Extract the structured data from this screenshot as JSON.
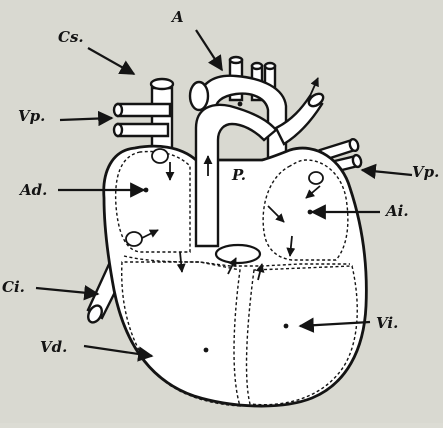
{
  "labels": {
    "cs": "Cs.",
    "a": "A",
    "vp_left": "Vp.",
    "vp_right": "Vp.",
    "ad": "Ad.",
    "ai": "Ai.",
    "p": "P.",
    "ci": "Ci.",
    "vi": "Vi.",
    "vd": "Vd."
  },
  "colors": {
    "background": "#d9d9d1",
    "ink": "#141414",
    "fill": "#ffffff"
  }
}
